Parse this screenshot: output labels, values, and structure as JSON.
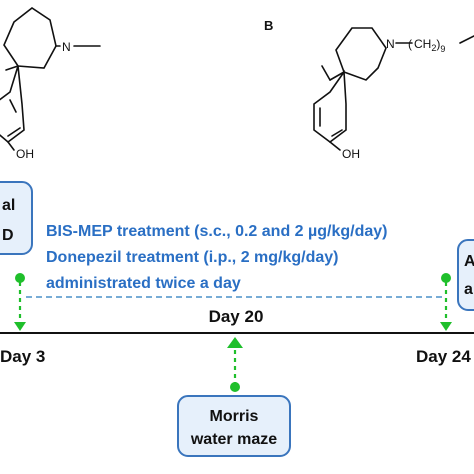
{
  "structures": {
    "panel_b_label": "B",
    "left": {
      "n_label": "N",
      "oh_label": "OH"
    },
    "right": {
      "n_label": "N",
      "chain_prefix": "CH",
      "chain_sub1": "2",
      "chain_sub2": "9",
      "oh_label": "OH"
    }
  },
  "left_box": {
    "line1": "al",
    "line2": "D"
  },
  "right_box": {
    "line1": "A",
    "line2": "a"
  },
  "treatment": {
    "line1": "BIS-MEP treatment (s.c., 0.2 and 2 µg/kg/day)",
    "line2": "Donepezil treatment (i.p., 2 mg/kg/day)",
    "line3": "administrated twice a day"
  },
  "timeline": {
    "day_mid": "Day 20",
    "day_left": "Day 3",
    "day_right": "Day 24"
  },
  "morris_box": {
    "line1": "Morris",
    "line2": "water maze"
  },
  "colors": {
    "accent_text": "#2a6fc4",
    "box_border": "#3a75bd",
    "box_fill": "#e6f0fb",
    "marker_green": "#1fbf2b",
    "dashed_line": "#4a90c8"
  }
}
